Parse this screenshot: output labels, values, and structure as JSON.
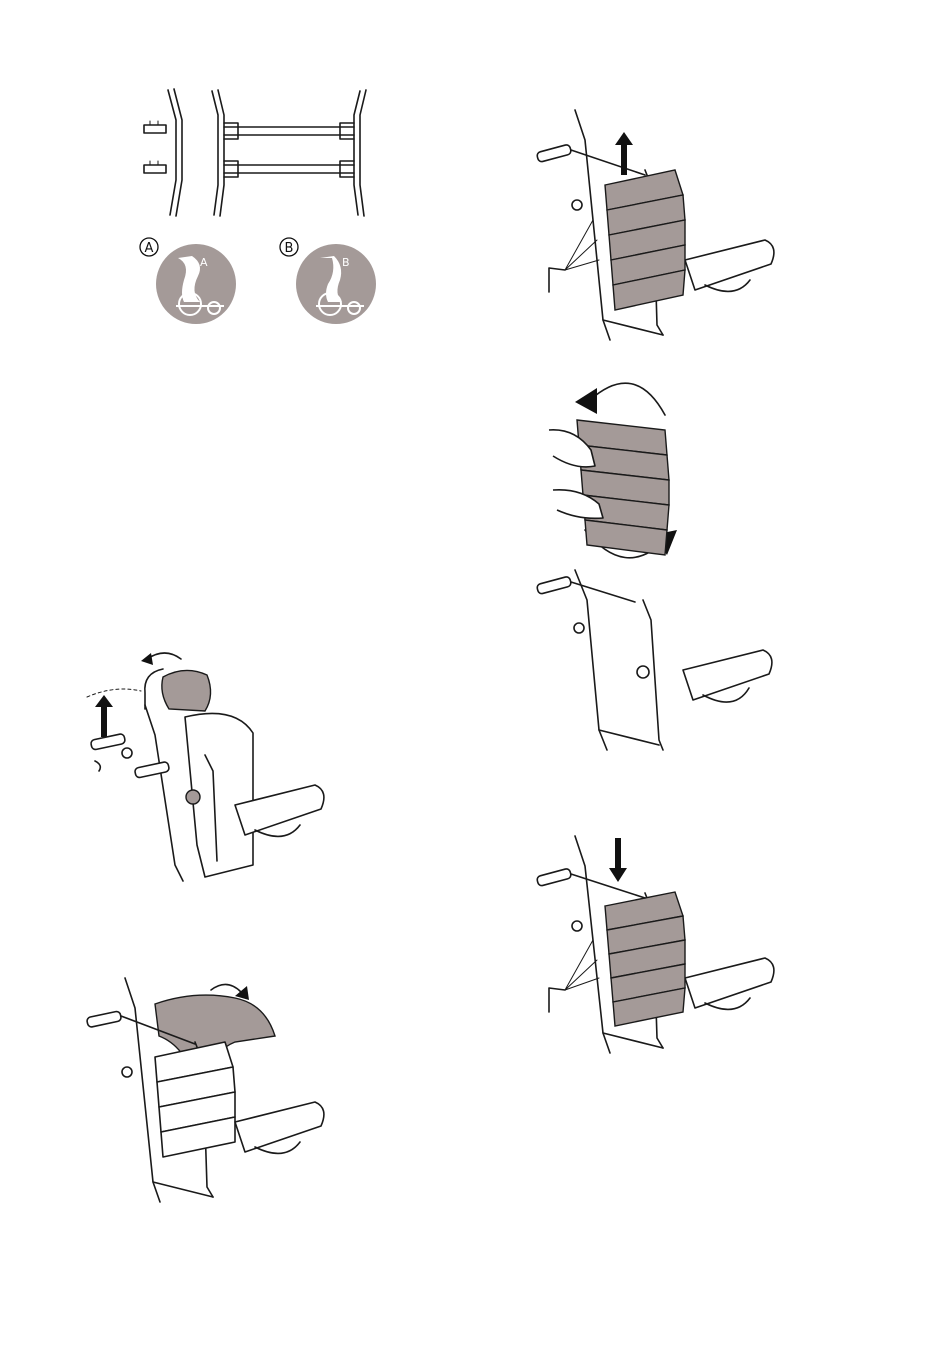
{
  "figures": {
    "frame_parts": {
      "icon": "frame-parts-diagram"
    },
    "option_a": {
      "letter": "A",
      "disc_label": "A",
      "icon": "backrest-profile-a-icon"
    },
    "option_b": {
      "letter": "B",
      "disc_label": "B",
      "icon": "backrest-profile-b-icon"
    },
    "headrest_removal": {
      "icon": "headrest-removal-illustration"
    },
    "cover_removal": {
      "icon": "cover-removal-illustration"
    },
    "straps_up": {
      "icon": "straps-lift-illustration"
    },
    "straps_rotate": {
      "icon": "straps-rotate-illustration"
    },
    "straps_down": {
      "icon": "straps-lower-illustration"
    }
  }
}
